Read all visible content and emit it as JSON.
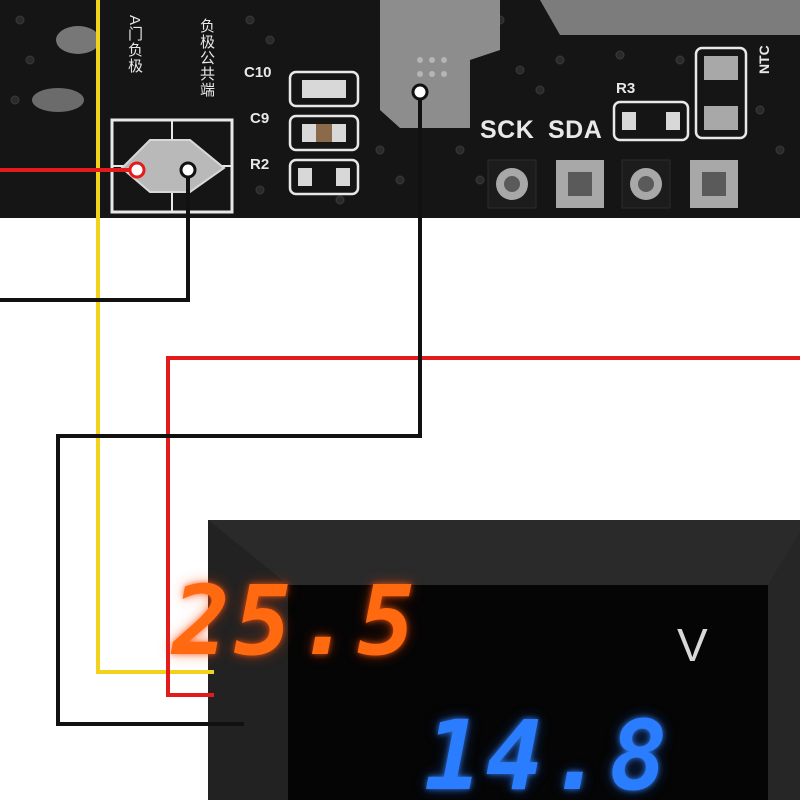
{
  "pcb": {
    "label_input_negative": "A门负极",
    "label_load_common": "负极公共端",
    "ref_c10": "C10",
    "ref_c9": "C9",
    "ref_r2": "R2",
    "ref_r3": "R3",
    "pin_sck": "SCK",
    "pin_sda": "SDA",
    "ref_ntc": "NTC"
  },
  "meter": {
    "voltage_reading": "25.5",
    "voltage_unit": "V",
    "current_reading": "14.8"
  },
  "colors": {
    "pcb": "#151515",
    "wire_red": "#e31b1b",
    "wire_black": "#111111",
    "wire_yellow": "#f2d21b",
    "display_orange": "#ff6a10",
    "display_blue": "#2b7dff"
  }
}
